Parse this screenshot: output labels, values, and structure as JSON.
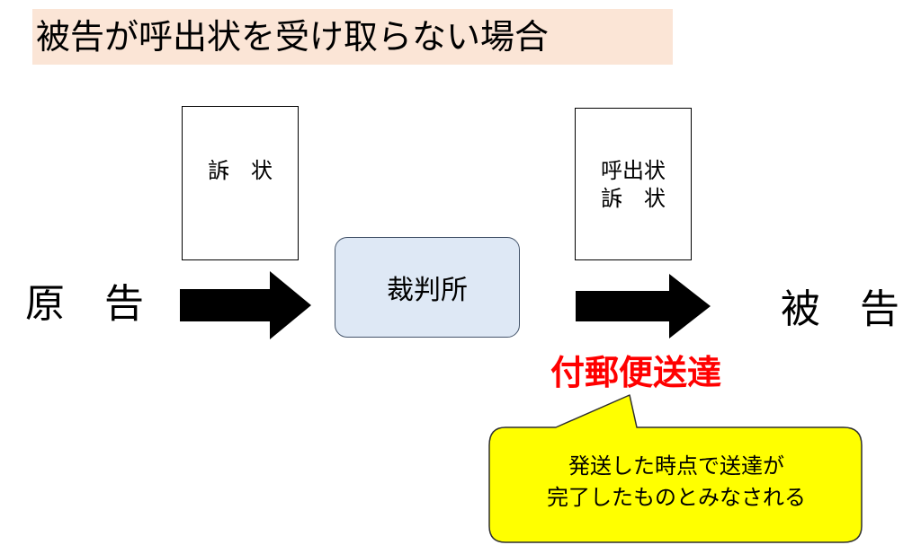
{
  "title": "被告が呼出状を受け取らない場合",
  "plaintiff": "原　告",
  "defendant": "被　告",
  "court": "裁判所",
  "documents": {
    "to_court": "訴　状",
    "to_defendant": [
      "呼出状",
      "訴　状"
    ]
  },
  "delivery_method": "付郵便送達",
  "callout": {
    "lines": [
      "発送した時点で送達が",
      "完了したものとみなされる"
    ]
  },
  "colors": {
    "title_background": "#fbe5d6",
    "court_fill": "#dee8f5",
    "court_border": "#44546a",
    "delivery_method": "#ff0000",
    "callout_fill": "#ffff00",
    "arrow": "#000000"
  }
}
